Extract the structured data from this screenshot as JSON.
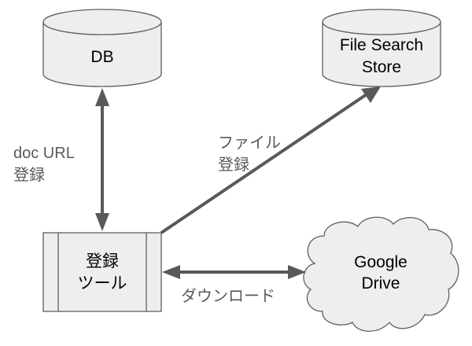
{
  "diagram": {
    "nodes": {
      "db": {
        "label": "DB",
        "shape": "cylinder"
      },
      "file_search_store": {
        "label_lines": [
          "File Search",
          "Store"
        ],
        "shape": "cylinder"
      },
      "register_tool": {
        "label_lines": [
          "登録",
          "ツール"
        ],
        "shape": "process"
      },
      "google_drive": {
        "label_lines": [
          "Google",
          "Drive"
        ],
        "shape": "cloud"
      }
    },
    "edges": {
      "db_tool": {
        "label_lines": [
          "doc URL",
          "登録"
        ],
        "direction": "bidirectional",
        "from": "register_tool",
        "to": "db"
      },
      "tool_store": {
        "label_lines": [
          "ファイル",
          "登録"
        ],
        "direction": "forward",
        "from": "register_tool",
        "to": "file_search_store"
      },
      "tool_drive": {
        "label": "ダウンロード",
        "direction": "bidirectional",
        "from": "register_tool",
        "to": "google_drive"
      }
    },
    "colors": {
      "node_fill": "#eeeeee",
      "node_stroke": "#5f5f5f",
      "edge": "#595959",
      "node_text": "#000000",
      "edge_text": "#595959"
    }
  }
}
